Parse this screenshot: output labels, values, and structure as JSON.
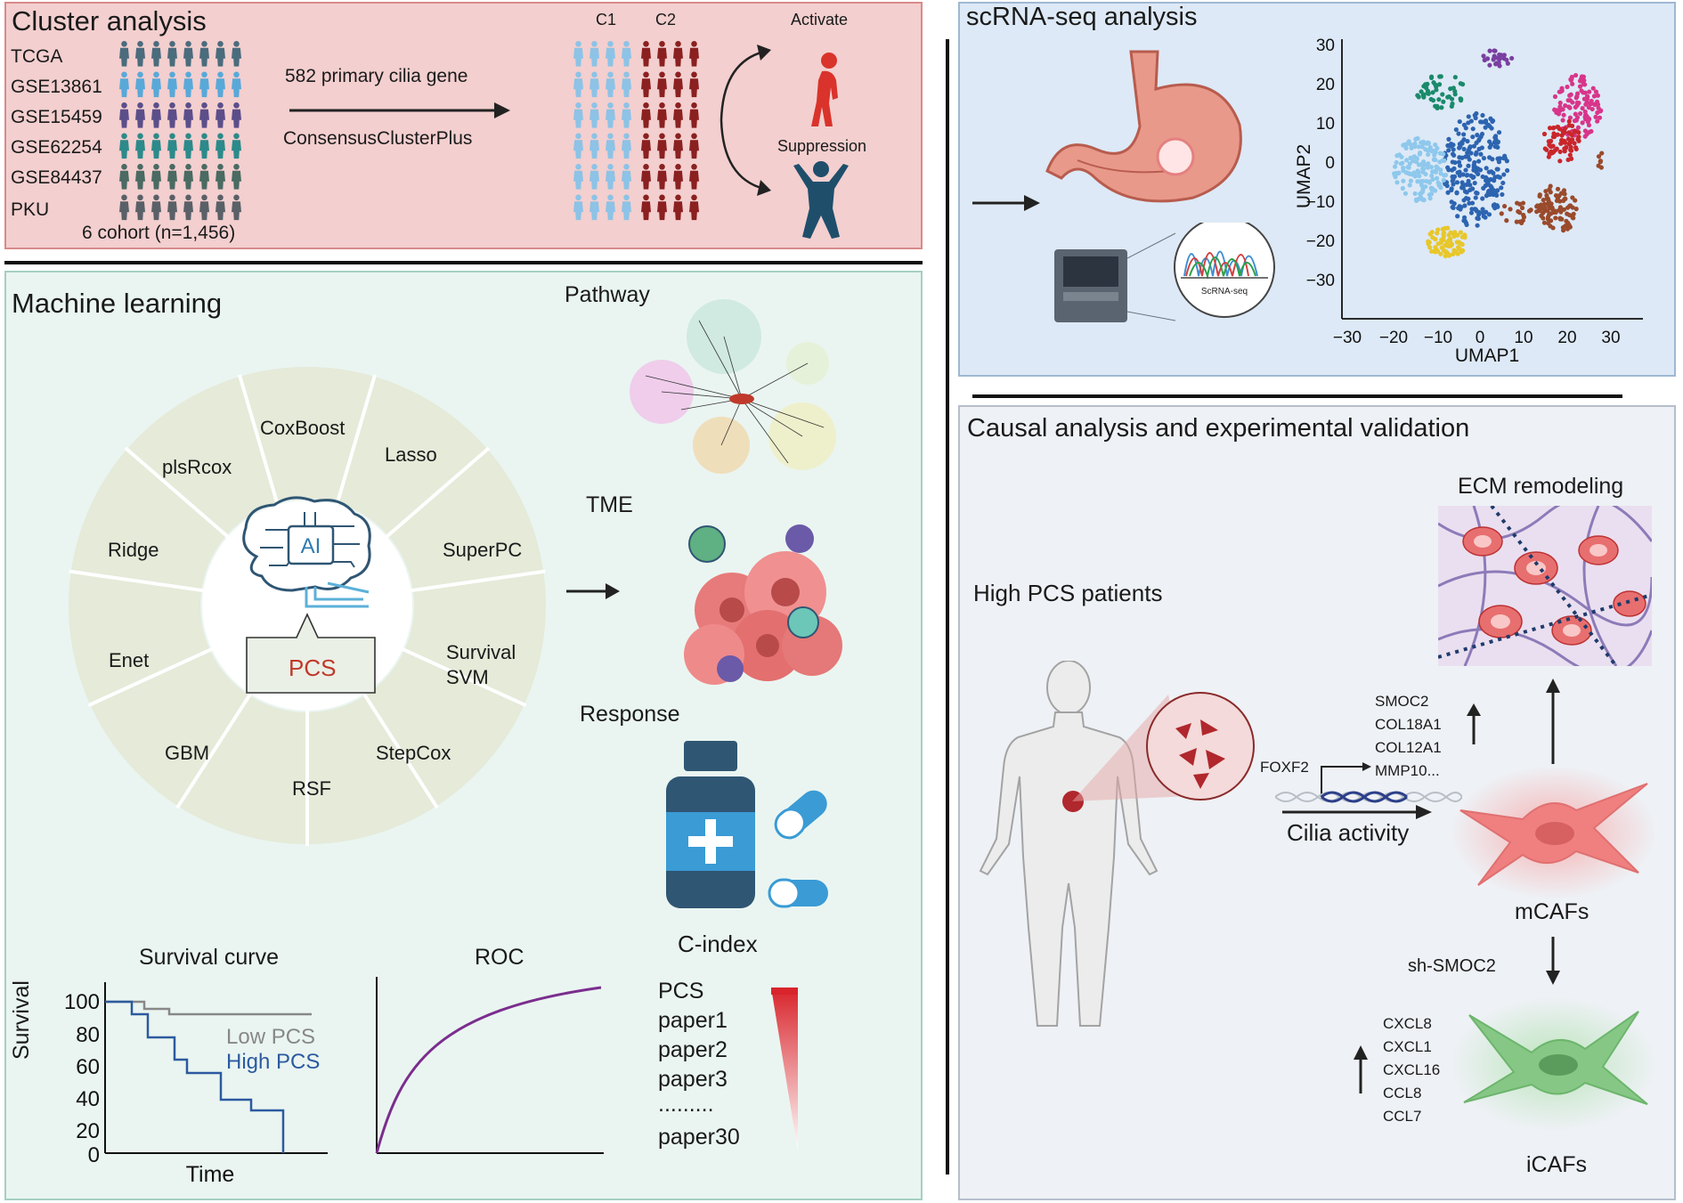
{
  "cluster": {
    "title": "Cluster analysis",
    "cohorts": [
      "TCGA",
      "GSE13861",
      "GSE15459",
      "GSE62254",
      "GSE84437",
      "PKU"
    ],
    "cohort_note": "6 cohort (n=1,456)",
    "arrow_top": "582 primary cilia gene",
    "arrow_bottom": "ConsensusClusterPlus",
    "c1": "C1",
    "c2": "C2",
    "activate": "Activate",
    "suppression": "Suppression",
    "colors": {
      "panel_bg": "#f3cfcf",
      "panel_border": "#d98a8a",
      "c1": "#8cc3e6",
      "c2": "#8b2020"
    }
  },
  "ml": {
    "title": "Machine learning",
    "center_ai": "AI",
    "center_pcs": "PCS",
    "ring_labels": [
      "CoxBoost",
      "Lasso",
      "SuperPC",
      "Survival",
      "SVM",
      "StepCox",
      "RSF",
      "GBM",
      "Enet",
      "Ridge",
      "plsRcox"
    ],
    "pathway": "Pathway",
    "tme": "TME",
    "response": "Response",
    "cindex": "C-index",
    "colors": {
      "panel_bg": "#eaf5f1",
      "panel_border": "#a6cfc1",
      "ring": "#e5ead9",
      "pcs_text": "#c0392b"
    }
  },
  "survival": {
    "title": "Survival curve",
    "ylabel": "Survival",
    "xlabel": "Time",
    "ticks": [
      "100",
      "80",
      "60",
      "40",
      "20",
      "0"
    ],
    "legend_low": "Low PCS",
    "legend_high": "High PCS",
    "colors": {
      "low": "#888888",
      "high": "#2c5aa0"
    }
  },
  "roc": {
    "title": "ROC",
    "color": "#7b2d8e"
  },
  "cindex_list": [
    "PCS",
    "paper1",
    "paper2",
    "paper3",
    ".........",
    "paper30"
  ],
  "scrna": {
    "title": "scRNA-seq analysis",
    "device_label": "ScRNA-seq",
    "umap_xlabel": "UMAP1",
    "umap_ylabel": "UMAP2",
    "x_ticks": [
      "−30",
      "−20",
      "−10",
      "0",
      "10",
      "20",
      "30"
    ],
    "y_ticks": [
      "30",
      "20",
      "10",
      "0",
      "−10",
      "−20",
      "−30"
    ],
    "colors": {
      "panel_bg": "#dde9f6",
      "panel_border": "#9fb8d3"
    }
  },
  "causal": {
    "title": "Causal analysis and experimental validation",
    "patients": "High PCS patients",
    "ecm": "ECM remodeling",
    "genes_up": [
      "SMOC2",
      "COL18A1",
      "COL12A1",
      "MMP10..."
    ],
    "foxf2": "FOXF2",
    "cilia": "Cilia activity",
    "mcafs": "mCAFs",
    "sh": "sh-SMOC2",
    "genes_down": [
      "CXCL8",
      "CXCL1",
      "CXCL16",
      "CCL8",
      "CCL7"
    ],
    "icafs": "iCAFs",
    "colors": {
      "panel_bg": "#eef1f5",
      "panel_border": "#b5bfcc",
      "mcaf": "#f08080",
      "icaf": "#7fc27f"
    }
  }
}
